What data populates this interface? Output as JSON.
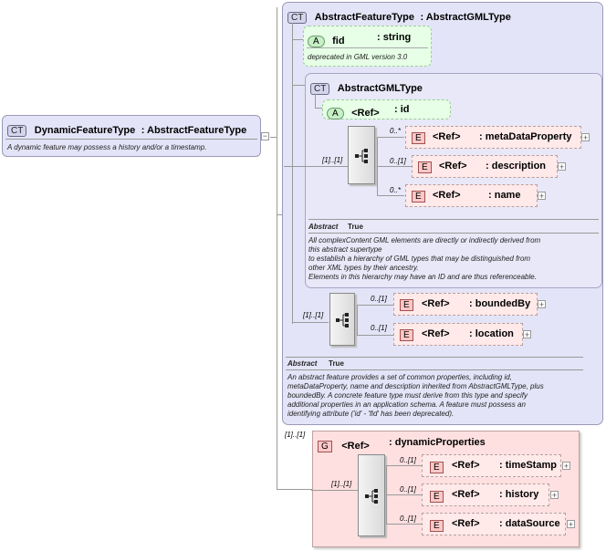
{
  "root": {
    "badge": "CT",
    "name": "DynamicFeatureType",
    "base": ": AbstractFeatureType",
    "doc": "A dynamic feature may possess a history and/or a timestamp."
  },
  "aft": {
    "badge": "CT",
    "name": "AbstractFeatureType",
    "base": ": AbstractGMLType",
    "fid": {
      "badge": "A",
      "name": "fid",
      "type": ": string",
      "doc": "deprecated in GML version 3.0"
    },
    "abstract_label": "Abstract",
    "abstract_value": "True",
    "doc": [
      "An abstract feature provides a set of common properties, including id,",
      "metaDataProperty, name and description inherited from AbstractGMLType, plus",
      "boundedBy.    A concrete feature type must derive from this type and specify",
      "additional  properties in an application schema. A feature must possess an",
      "identifying attribute ('id' - 'fid' has been deprecated)."
    ],
    "seq_card": "[1]..[1]",
    "elements": [
      {
        "badge": "E",
        "ref": "<Ref>",
        "name": ": boundedBy",
        "card": "0..[1]"
      },
      {
        "badge": "E",
        "ref": "<Ref>",
        "name": ": location",
        "card": "0..[1]"
      }
    ]
  },
  "agml": {
    "badge": "CT",
    "name": "AbstractGMLType",
    "id": {
      "badge": "A",
      "ref": "<Ref>",
      "name": ": id"
    },
    "abstract_label": "Abstract",
    "abstract_value": "True",
    "doc": [
      "All complexContent GML elements are directly or indirectly derived from",
      "this abstract supertype",
      "to establish a hierarchy of GML types that may be distinguished from",
      "other XML types by their ancestry.",
      "Elements in this hierarchy may have an ID and are thus referenceable."
    ],
    "seq_card": "[1]..[1]",
    "elements": [
      {
        "badge": "E",
        "ref": "<Ref>",
        "name": ": metaDataProperty",
        "card": "0..*"
      },
      {
        "badge": "E",
        "ref": "<Ref>",
        "name": ": description",
        "card": "0..[1]"
      },
      {
        "badge": "E",
        "ref": "<Ref>",
        "name": ": name",
        "card": "0..*"
      }
    ]
  },
  "group": {
    "badge": "G",
    "ref": "<Ref>",
    "name": ": dynamicProperties",
    "card": "[1]..[1]",
    "seq_card": "[1]..[1]",
    "elements": [
      {
        "badge": "E",
        "ref": "<Ref>",
        "name": ": timeStamp",
        "card": "0..[1]"
      },
      {
        "badge": "E",
        "ref": "<Ref>",
        "name": ": history",
        "card": "0..[1]"
      },
      {
        "badge": "E",
        "ref": "<Ref>",
        "name": ": dataSource",
        "card": "0..[1]"
      }
    ]
  },
  "icons": {
    "plus": "+",
    "minus": "−"
  }
}
